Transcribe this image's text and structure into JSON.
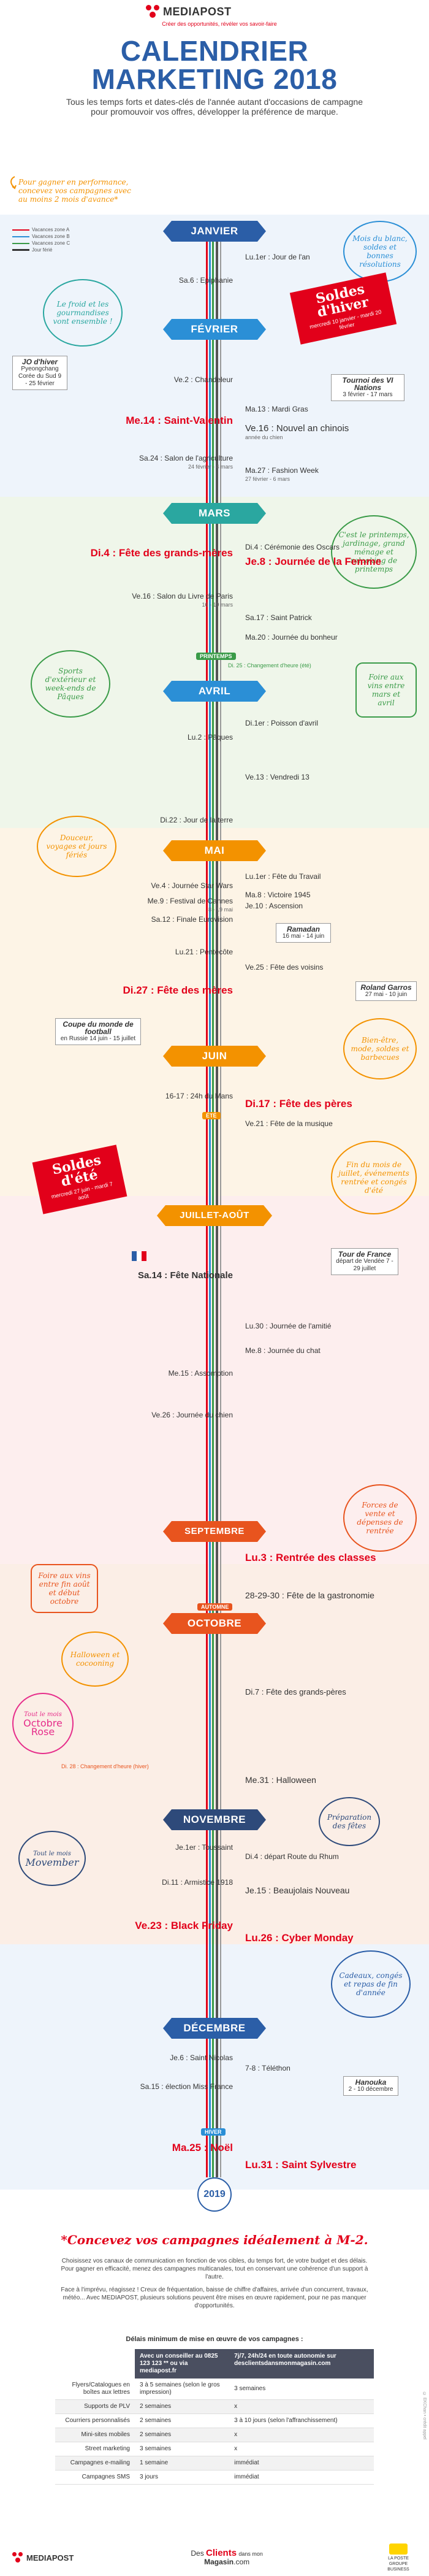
{
  "brand": {
    "name": "MEDIAPOST",
    "tagline": "Créer des opportunités, révéler vos savoir-faire"
  },
  "title": {
    "line1": "CALENDRIER",
    "line2": "MARKETING 2018"
  },
  "subtitle": "Tous les temps forts et dates-clés de l'année autant d'occasions de campagne pour promouvoir vos offres, développer la préférence de marque.",
  "performance_note": "Pour gagner en performance, concevez vos campagnes avec au moins 2 mois d'avance*",
  "legend": [
    {
      "label": "Vacances zone A",
      "color": "#e2001a"
    },
    {
      "label": "Vacances zone B",
      "color": "#2b8fd6"
    },
    {
      "label": "Vacances zone C",
      "color": "#3a9b48"
    },
    {
      "label": "Jour férié",
      "color": "#333333"
    }
  ],
  "months": {
    "jan": "JANVIER",
    "feb": "FÉVRIER",
    "mar": "MARS",
    "apr": "AVRIL",
    "may": "MAI",
    "jun": "JUIN",
    "julaug": "JUILLET-AOÛT",
    "sep": "SEPTEMBRE",
    "oct": "OCTOBRE",
    "nov": "NOVEMBRE",
    "dec": "DÉCEMBRE"
  },
  "seasons": {
    "spring": "PRINTEMPS",
    "summer": "ÉTÉ",
    "autumn": "AUTOMNE",
    "winter": "HIVER"
  },
  "time_changes": {
    "spring": "Di. 25 : Changement d'heure (été)",
    "autumn": "Di. 28 : Changement d'heure (hiver)"
  },
  "events": {
    "jan1": "Lu.1er : Jour de l'an",
    "jan6": "Sa.6 : Epiphanie",
    "feb2": "Ve.2 : Chandeleur",
    "feb13": "Ma.13 : Mardi Gras",
    "feb14": "Me.14 : Saint-Valentin",
    "feb16": "Ve.16 : Nouvel an chinois",
    "feb16_sub": "année du chien",
    "feb24": "Sa.24 : Salon de l'agriculture",
    "feb24_sub": "24 février - 4 mars",
    "feb27": "Ma.27 : Fashion Week",
    "feb27_sub": "27 février - 6 mars",
    "mar4": "Di.4 : Cérémonie des Oscars",
    "mar4b": "Di.4 : Fête des grands-mères",
    "mar8": "Je.8 : Journée de la Femme",
    "mar16": "Ve.16 : Salon du Livre de Paris",
    "mar16_sub": "16 - 19 mars",
    "mar17": "Sa.17 : Saint Patrick",
    "mar20": "Ma.20 : Journée du bonheur",
    "apr1": "Di.1er : Poisson d'avril",
    "apr2": "Lu.2 : Pâques",
    "apr13": "Ve.13 : Vendredi 13",
    "apr22": "Di.22 : Jour de la terre",
    "may1": "Lu.1er : Fête du Travail",
    "may4": "Ve.4 : Journée Star Wars",
    "may8": "Ma.8 : Victoire 1945",
    "may9": "Me.9 : Festival de Cannes",
    "may9_sub": "8 - 19 mai",
    "may10": "Je.10 : Ascension",
    "may12": "Sa.12 : Finale Eurovision",
    "may21": "Lu.21 : Pentecôte",
    "may25": "Ve.25 : Fête des voisins",
    "may27": "Di.27 : Fête des mères",
    "jun16": "16-17 : 24h du Mans",
    "jun17": "Di.17 : Fête des pères",
    "jun21": "Ve.21 : Fête de la musique",
    "jul14": "Sa.14 : Fête Nationale",
    "jul30": "Lu.30 : Journée de l'amitié",
    "aug8": "Me.8 : Journée du chat",
    "aug15": "Me.15 : Assomption",
    "aug26": "Ve.26 : Journée du chien",
    "sep3": "Lu.3 : Rentrée des classes",
    "sep28": "28-29-30 : Fête de la gastronomie",
    "oct7": "Di.7 : Fête des grands-pères",
    "oct31": "Me.31 : Halloween",
    "nov1": "Je.1er : Toussaint",
    "nov4": "Di.4 : départ Route du Rhum",
    "nov11": "Di.11 : Armistice 1918",
    "nov15": "Je.15 : Beaujolais Nouveau",
    "nov23": "Ve.23 : Black Friday",
    "nov26": "Lu.26 : Cyber Monday",
    "dec6": "Je.6 : Saint Nicolas",
    "dec7": "7-8 : Téléthon",
    "dec15": "Sa.15 : élection Miss France",
    "dec25": "Ma.25 : Noël",
    "dec31": "Lu.31 : Saint Sylvestre"
  },
  "boxes": {
    "jo": {
      "title": "JO d'hiver",
      "sub": "Pyeongchang Corée du Sud 9 - 25 février"
    },
    "six_nations": {
      "title": "Tournoi des VI Nations",
      "sub": "3 février - 17 mars"
    },
    "ramadan": {
      "title": "Ramadan",
      "sub": "16 mai - 14 juin"
    },
    "roland": {
      "title": "Roland Garros",
      "sub": "27 mai - 10 juin"
    },
    "mondial": {
      "title": "Coupe du monde de football",
      "sub": "en Russie 14 juin - 15 juillet"
    },
    "tdf": {
      "title": "Tour de France",
      "sub": "départ de Vendée 7 - 29 juillet"
    },
    "hanouka": {
      "title": "Hanouka",
      "sub": "2 - 10 décembre"
    }
  },
  "badges": {
    "winter_sales": {
      "title": "Soldes d'hiver",
      "sub": "mercredi 10 janvier - mardi 20 février"
    },
    "summer_sales": {
      "title": "Soldes d'été",
      "sub": "mercredi 27 juin - mardi 7 août"
    }
  },
  "callouts": {
    "jan": "Mois du blanc, soldes et bonnes résolutions",
    "feb": "Le froid et les gourmandises vont ensemble !",
    "mar": "C'est le printemps, jardinage, grand ménage et relooking de printemps",
    "apr_left": "Sports d'extérieur et week-ends de Pâques",
    "apr_right": "Foire aux vins entre mars et avril",
    "may": "Douceur, voyages et jours fériés",
    "jun": "Bien-être, mode, soldes et barbecues",
    "julaug": "Fin du mois de juillet, événements rentrée et congés d'été",
    "sep": "Forces de vente et dépenses de rentrée",
    "sep_left": "Foire aux vins entre fin août et début octobre",
    "oct": "Halloween et cocooning",
    "oct_rose": "Octobre Rose",
    "oct_rose_pre": "Tout le mois",
    "nov_top": "Préparation des fêtes",
    "nov_left": "Movember",
    "nov_left_pre": "Tout le mois",
    "dec": "Cadeaux, congés et repas de fin d'année"
  },
  "year_end": "2019",
  "cta": {
    "title": "*Concevez vos campagnes idéalement à M-2.",
    "text1": "Choisissez vos canaux de communication en fonction de vos cibles, du temps fort, de votre budget et des délais. Pour gagner en efficacité, menez des campagnes multicanales, tout en conservant une cohérence d'un support à l'autre.",
    "text2": "Face à l'imprévu, réagissez ! Creux de fréquentation, baisse de chiffre d'affaires, arrivée d'un concurrent, travaux, météo... Avec MEDIAPOST, plusieurs solutions peuvent être mises en œuvre rapidement, pour ne pas manquer d'opportunités."
  },
  "table": {
    "title": "Délais minimum de mise en œuvre de vos campagnes :",
    "headers": [
      "",
      "Avec un conseiller au 0825 123 123 ** ou via mediapost.fr",
      "7j/7, 24h/24 en toute autonomie sur desclientsdansmonmagasin.com"
    ],
    "rows": [
      [
        "Flyers/Catalogues en boîtes aux lettres",
        "3 à 5 semaines (selon le gros impression)",
        "3 semaines"
      ],
      [
        "Supports de PLV",
        "2 semaines",
        "x"
      ],
      [
        "Courriers personnalisés",
        "2 semaines",
        "3 à 10 jours (selon l'affranchissement)"
      ],
      [
        "Mini-sites mobiles",
        "2 semaines",
        "x"
      ],
      [
        "Street marketing",
        "3 semaines",
        "x"
      ],
      [
        "Campagnes e-mailing",
        "1 semaine",
        "immédiat"
      ],
      [
        "Campagnes SMS",
        "3 jours",
        "immédiat"
      ]
    ]
  },
  "footer": {
    "brand": "MEDIAPOST",
    "dc1": "Des",
    "dc2": "Clients",
    "dc3": "dans mon",
    "dc4": "Magasin",
    "dc5": ".com",
    "post": "LA POSTE GROUPE BUSINESS"
  },
  "credit": "© EKChan • crédit appel",
  "colors": {
    "title_blue": "#2b5ea7",
    "red": "#e2001a",
    "orange": "#f39200",
    "green": "#3a9b48",
    "blue": "#2b8fd6",
    "navy": "#2e4a7a",
    "pink": "#e62e8b",
    "teal": "#2aa7a0"
  }
}
